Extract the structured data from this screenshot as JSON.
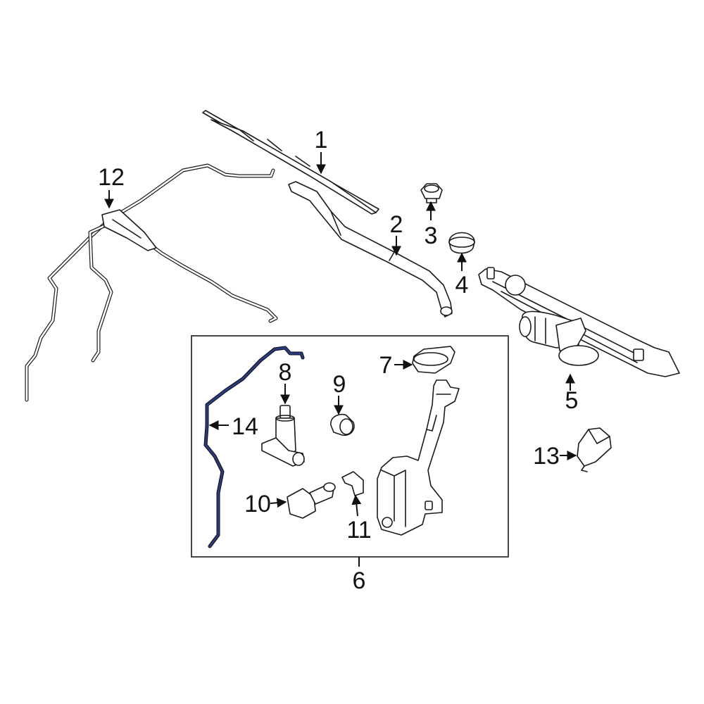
{
  "callouts": [
    {
      "id": "1",
      "label": "1"
    },
    {
      "id": "2",
      "label": "2"
    },
    {
      "id": "3",
      "label": "3"
    },
    {
      "id": "4",
      "label": "4"
    },
    {
      "id": "5",
      "label": "5"
    },
    {
      "id": "6",
      "label": "6"
    },
    {
      "id": "7",
      "label": "7"
    },
    {
      "id": "8",
      "label": "8"
    },
    {
      "id": "9",
      "label": "9"
    },
    {
      "id": "10",
      "label": "10"
    },
    {
      "id": "11",
      "label": "11"
    },
    {
      "id": "12",
      "label": "12"
    },
    {
      "id": "13",
      "label": "13"
    },
    {
      "id": "14",
      "label": "14"
    }
  ],
  "colors": {
    "line": "#1a1a1a",
    "highlight_hose": "#2b3a7a",
    "background": "#ffffff"
  }
}
